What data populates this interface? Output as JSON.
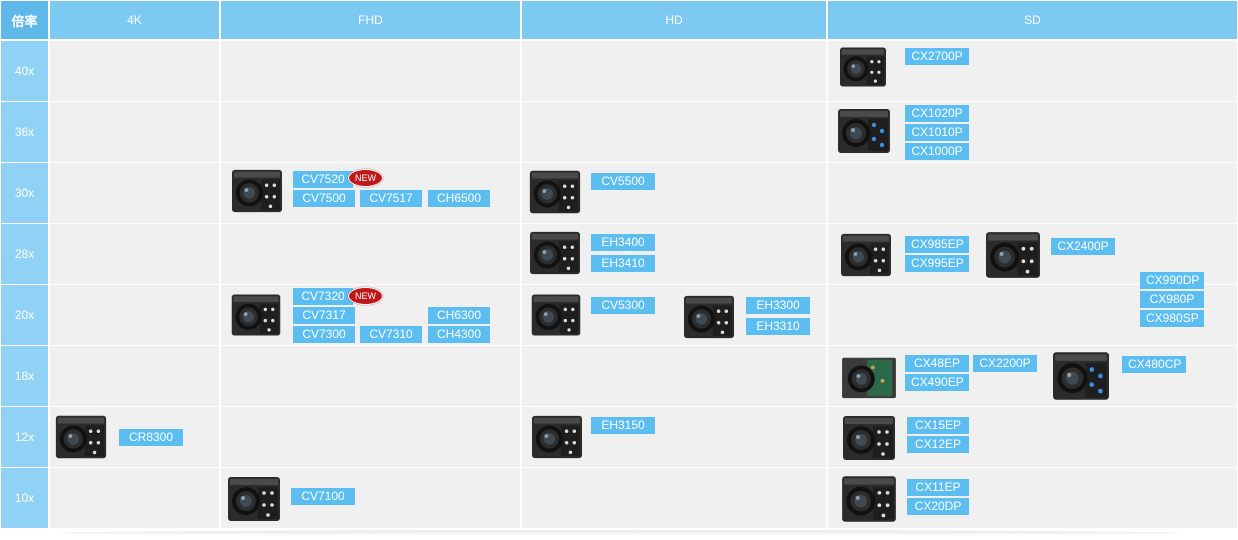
{
  "header": {
    "ratio_label": "倍率",
    "columns": [
      "4K",
      "FHD",
      "HD",
      "SD"
    ]
  },
  "rows": [
    "40x",
    "36x",
    "30x",
    "28x",
    "20x",
    "18x",
    "12x",
    "10x"
  ],
  "models": {
    "sd_40x": [
      "CX2700P"
    ],
    "sd_36x": [
      "CX1020P",
      "CX1010P",
      "CX1000P"
    ],
    "fhd_30x": [
      "CV7520",
      "CV7500",
      "CV7517",
      "CH6500"
    ],
    "hd_30x": [
      "CV5500"
    ],
    "hd_28x": [
      "EH3400",
      "EH3410"
    ],
    "sd_28x": [
      "CX985EP",
      "CX995EP",
      "CX2400P"
    ],
    "sd_20x": [
      "CX990DP",
      "CX980P",
      "CX980SP"
    ],
    "fhd_20x": [
      "CV7320",
      "CV7317",
      "CH6300",
      "CV7300",
      "CV7310",
      "CH4300"
    ],
    "hd_20x": [
      "CV5300",
      "EH3300",
      "EH3310"
    ],
    "sd_18x": [
      "CX48EP",
      "CX2200P",
      "CX490EP",
      "CX480CP"
    ],
    "k4_12x": [
      "CR8300"
    ],
    "hd_12x": [
      "EH3150"
    ],
    "sd_12x": [
      "CX15EP",
      "CX12EP"
    ],
    "fhd_10x": [
      "CV7100"
    ],
    "sd_10x": [
      "CX11EP",
      "CX20DP"
    ]
  },
  "badges": {
    "new": "NEW"
  },
  "colors": {
    "header": "#7cc9f2",
    "row_label": "#8fd2f5",
    "model_tag": "#5bbdf0",
    "new_badge": "#c01818",
    "cell": "#f0f0f0"
  }
}
